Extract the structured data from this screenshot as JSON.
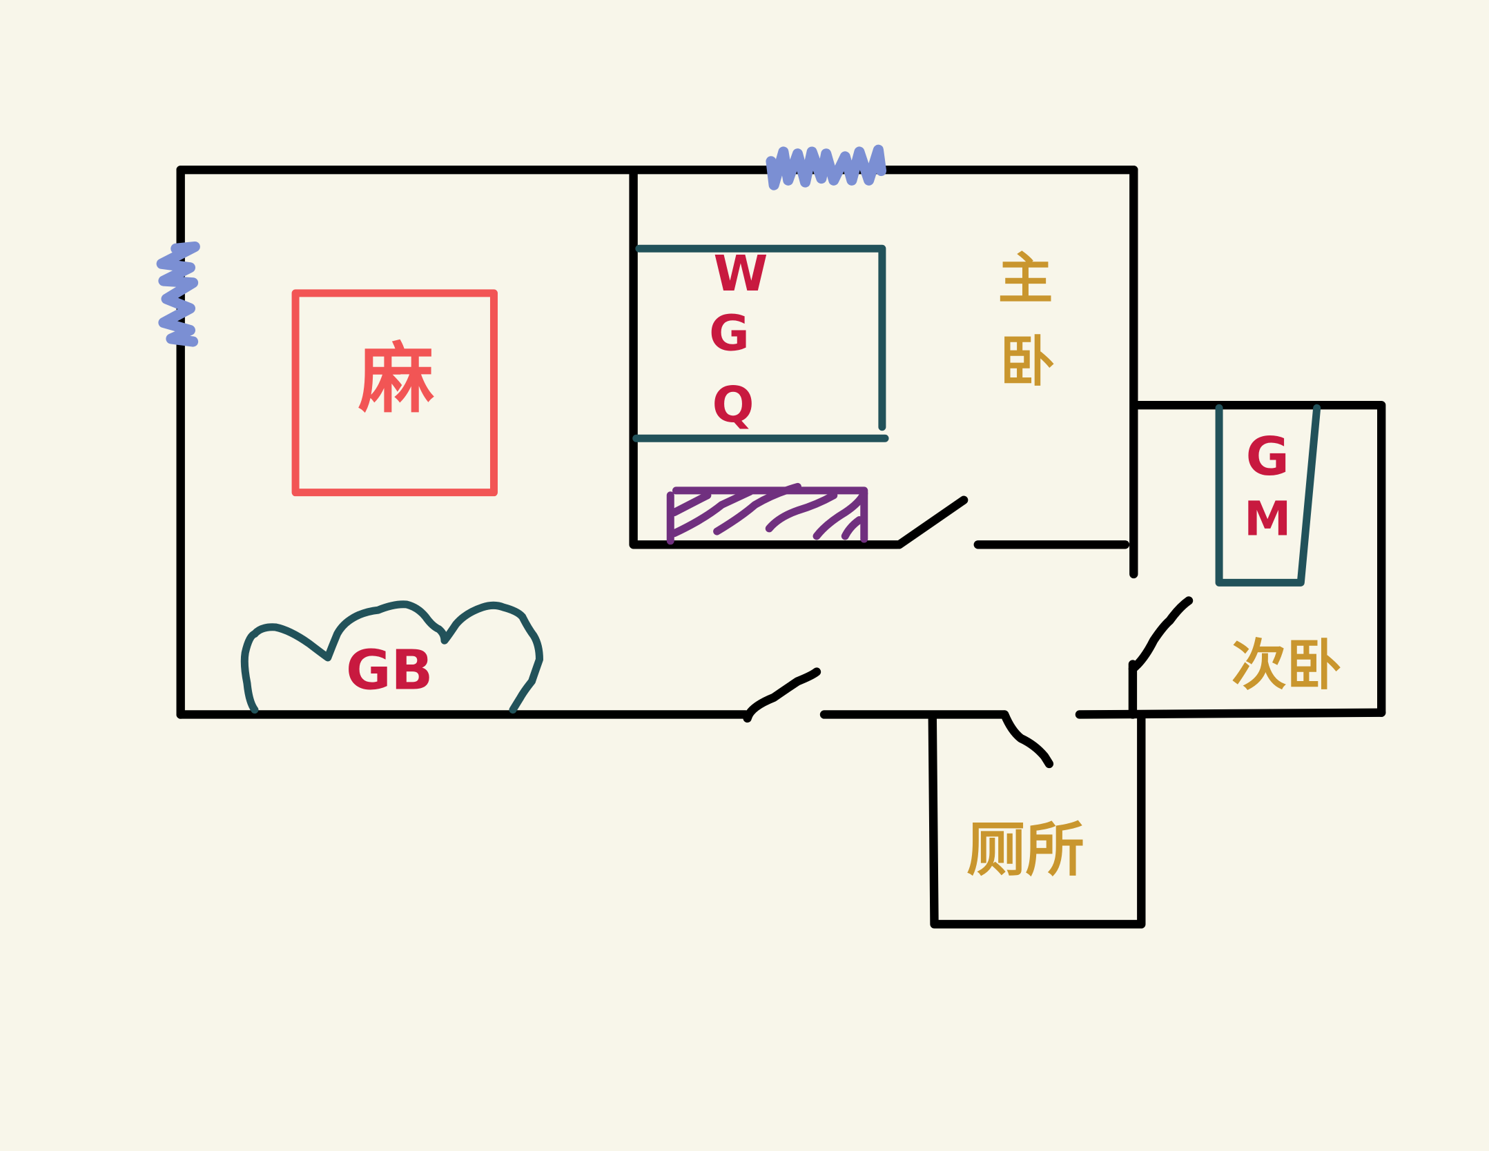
{
  "labels": {
    "table_block": "麻",
    "wgq_w": "W",
    "wgq_g": "G",
    "wgq_q": "Q",
    "gb": "GB",
    "gm_g": "G",
    "gm_m": "M",
    "master_bedroom_1": "主",
    "master_bedroom_2": "卧",
    "second_bedroom": "次卧",
    "toilet": "厕所"
  },
  "colors": {
    "background": "#f8f6ea",
    "wall": "#000000",
    "furniture_outline": "#22525a",
    "code_text": "#c8193f",
    "room_text": "#c9962e",
    "table": "#f25555",
    "window": "#7b8fd3",
    "shelf": "#70307f"
  }
}
